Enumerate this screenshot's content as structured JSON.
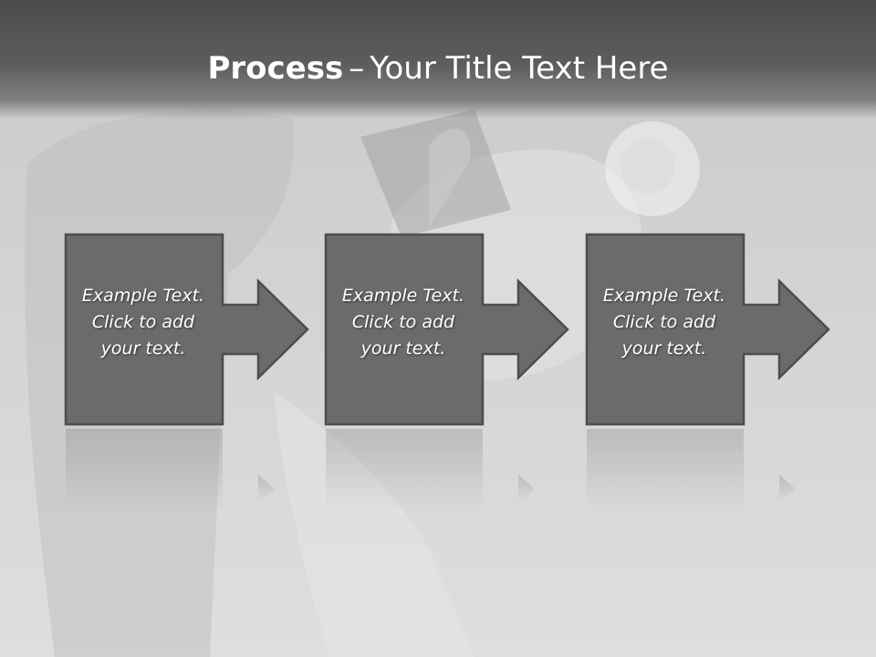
{
  "slide": {
    "title_bold": "Process",
    "title_separator": "–",
    "title_rest": "Your Title Text Here"
  },
  "steps": [
    {
      "line1": "Example Text.",
      "line2": "Click  to add",
      "line3": "your text."
    },
    {
      "line1": "Example Text.",
      "line2": "Click  to add",
      "line3": "your text."
    },
    {
      "line1": "Example Text.",
      "line2": "Click  to add",
      "line3": "your text."
    }
  ],
  "colors": {
    "title_bar": "#4a4a4a",
    "box_fill": "#6b6b6b",
    "box_border": "#4d4d4d",
    "text": "#ffffff"
  }
}
